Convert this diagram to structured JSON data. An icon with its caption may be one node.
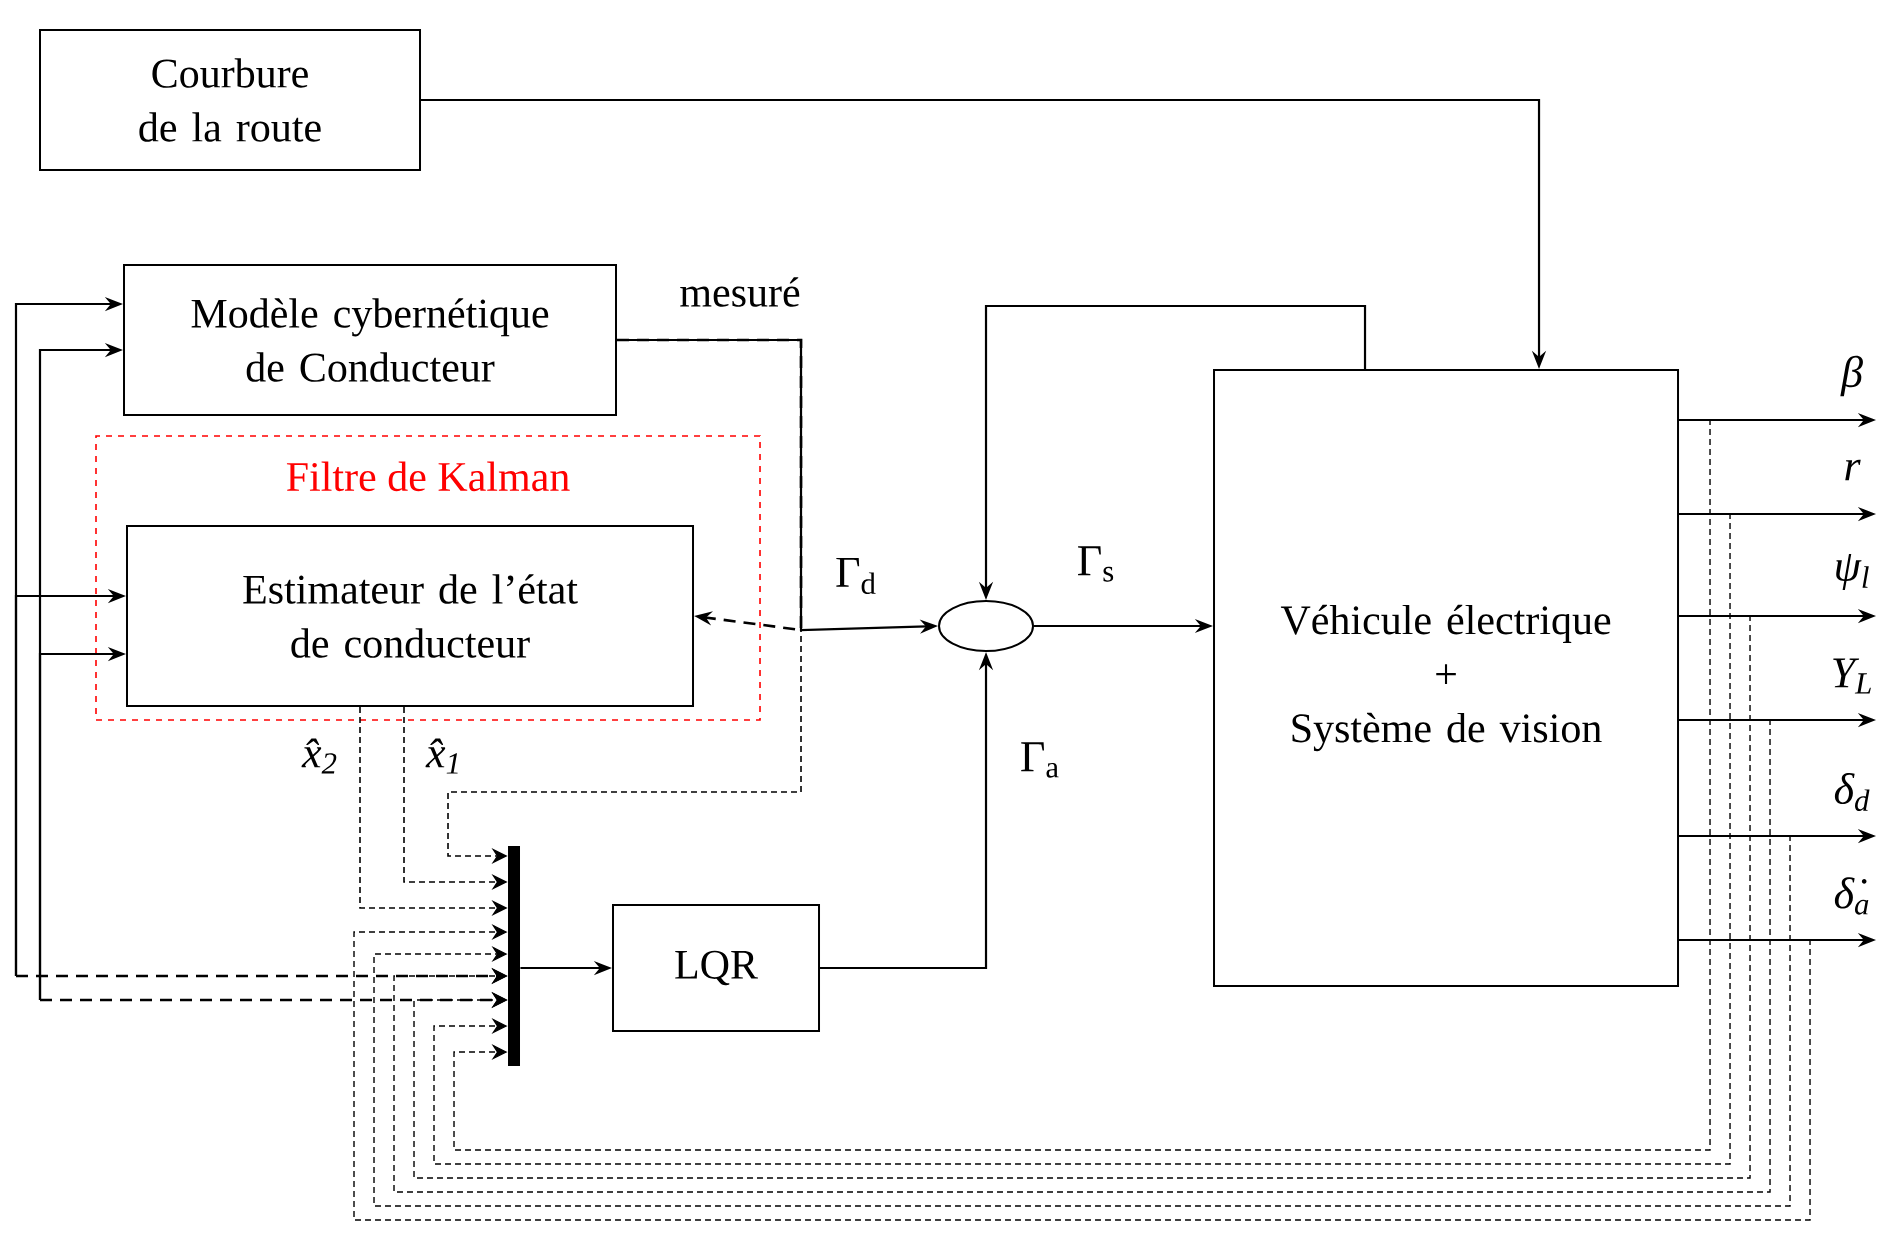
{
  "diagram": {
    "nodes": [
      {
        "text": [
          "Courbure de la route"
        ]
      },
      {
        "text": [
          "Modèle cybernétique de Conducteur"
        ]
      },
      {
        "text": [
          "Filtre de Kalman"
        ]
      },
      {
        "text": [
          "Estimateur de l’état de conducteur"
        ],
        "in": 2
      },
      {
        "text": [],
        "shape": "circle"
      },
      {
        "text": [
          "Véhicule électrique",
          "+",
          "Système de vision"
        ]
      },
      {
        "text": [],
        "shape": "bar"
      },
      {
        "text": [
          "LQR"
        ]
      }
    ],
    "edges": [
      {
        "from": 0,
        "to": 5,
        "arrow": "to"
      },
      {
        "from": 1,
        "to": 4,
        "arrow": "to",
        "label": "Γ$_{d}$"
      },
      {
        "from": 1,
        "to": 3,
        "arrow": "to",
        "style": "dashed"
      },
      {
        "from": 1,
        "to": 6,
        "arrow": "to",
        "style": "dashed"
      },
      {
        "from": 3,
        "to": 6,
        "arrow": "to",
        "style": "dashed",
        "label": "x̂$_{2}$"
      },
      {
        "from": 3,
        "to": 6,
        "arrow": "to",
        "style": "dashed",
        "label": "x̂$_{1}$"
      },
      {
        "from": 5,
        "to": 4,
        "arrow": "to"
      },
      {
        "from": 4,
        "to": 5,
        "arrow": "to",
        "label": "Γ$_{s}$"
      },
      {
        "from": 7,
        "to": 4,
        "arrow": "to",
        "label": "Γ$_{a}$"
      },
      {
        "from": 6,
        "to": 7,
        "arrow": "to"
      },
      {
        "from": 5,
        "to": null,
        "arrow": "to",
        "label": "β"
      },
      {
        "from": 5,
        "to": null,
        "arrow": "to",
        "label": "r"
      },
      {
        "from": 5,
        "to": null,
        "arrow": "to",
        "label": "ψ$_{l}$"
      },
      {
        "from": 5,
        "to": null,
        "arrow": "to",
        "label": "Y$_{L}$"
      },
      {
        "from": 5,
        "to": null,
        "arrow": "to",
        "label": "δ$_{d}$"
      },
      {
        "from": 5,
        "to": null,
        "arrow": "to",
        "label": "δ̇$_{a}$"
      },
      {
        "from": 5,
        "to": 6,
        "arrow": "to",
        "style": "dashed"
      },
      {
        "from": 5,
        "to": 6,
        "arrow": "to",
        "style": "dashed"
      },
      {
        "from": 5,
        "to": 6,
        "arrow": "to",
        "style": "dashed"
      },
      {
        "from": 5,
        "to": 6,
        "arrow": "to",
        "style": "dashed"
      },
      {
        "from": 5,
        "to": 6,
        "arrow": "to",
        "style": "dashed"
      },
      {
        "from": 5,
        "to": 6,
        "arrow": "to",
        "style": "dashed"
      },
      {
        "from": null,
        "to": 1,
        "arrow": "to"
      },
      {
        "from": null,
        "to": 1,
        "arrow": "to"
      },
      {
        "from": null,
        "to": 3,
        "arrow": "to"
      },
      {
        "from": null,
        "to": 3,
        "arrow": "to"
      },
      {
        "from": null,
        "to": 6,
        "arrow": "to",
        "style": "dashed"
      },
      {
        "from": null,
        "to": 6,
        "arrow": "to",
        "style": "dashed"
      }
    ],
    "labels": [
      "mesuré"
    ]
  }
}
